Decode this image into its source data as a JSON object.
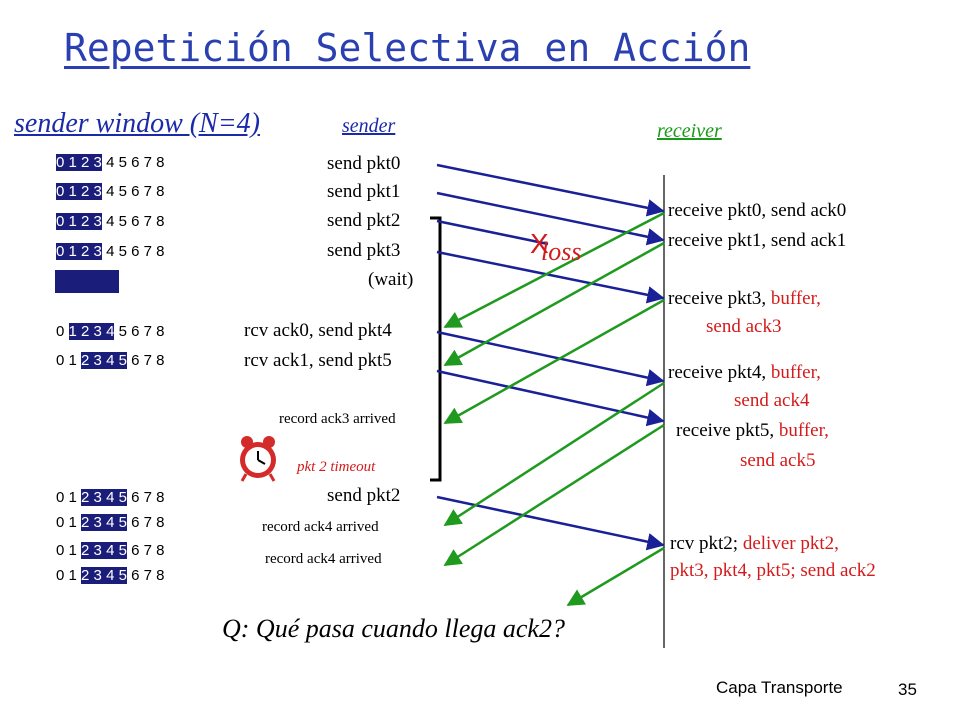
{
  "title": "Repetición Selectiva en Acción",
  "window_label": "sender window (N=4)",
  "sender_label": "sender",
  "receiver_label": "receiver",
  "sequence_digits": [
    "0",
    "1",
    "2",
    "3",
    "4",
    "5",
    "6",
    "7",
    "8"
  ],
  "window_rows": [
    {
      "start": 0,
      "count": 4
    },
    {
      "start": 0,
      "count": 4
    },
    {
      "start": 0,
      "count": 4
    },
    {
      "start": 0,
      "count": 4
    },
    {
      "start": 1,
      "count": 4
    },
    {
      "start": 2,
      "count": 4
    },
    {
      "start": 2,
      "count": 4
    },
    {
      "start": 2,
      "count": 4
    },
    {
      "start": 2,
      "count": 4
    },
    {
      "start": 2,
      "count": 4
    }
  ],
  "sender_events": {
    "send_pkt0": "send  pkt0",
    "send_pkt1": "send  pkt1",
    "send_pkt2": "send  pkt2",
    "send_pkt3": "send  pkt3",
    "wait": "(wait)",
    "rcv_ack0": "rcv ack0, send pkt4",
    "rcv_ack1": "rcv ack1, send pkt5",
    "record_ack3": "record ack3 arrived",
    "timeout": "pkt 2 timeout",
    "resend_pkt2": "send  pkt2",
    "record_ack4_a": "record ack4 arrived",
    "record_ack4_b": "record ack4 arrived"
  },
  "receiver_events": {
    "r0": "receive pkt0, send ack0",
    "r1": "receive pkt1, send ack1",
    "r3a": "receive pkt3, ",
    "r3b": "buffer,",
    "r3c": "send ack3",
    "r4a": "receive pkt4, ",
    "r4b": "buffer,",
    "r4c": "send ack4",
    "r5a": "receive pkt5, ",
    "r5b": "buffer,",
    "r5c": "send ack5",
    "r2a": "rcv pkt2; ",
    "r2b": "deliver pkt2,",
    "r2c": "pkt3, pkt4, pkt5; send ack2"
  },
  "loss_mark": "X",
  "loss_label": "loss",
  "question": "Q: Qué pasa cuando llega ack2?",
  "footer": {
    "label": "Capa Transporte",
    "page": "35"
  },
  "colors": {
    "title": "#2a3fb0",
    "packet_arrow": "#1a2096",
    "ack_arrow": "#1f9a1f",
    "highlight": "#1b1d7a",
    "red": "#d41a1a",
    "clock": "#d42a2a"
  },
  "icons": {
    "timer": "alarm-clock-icon"
  }
}
